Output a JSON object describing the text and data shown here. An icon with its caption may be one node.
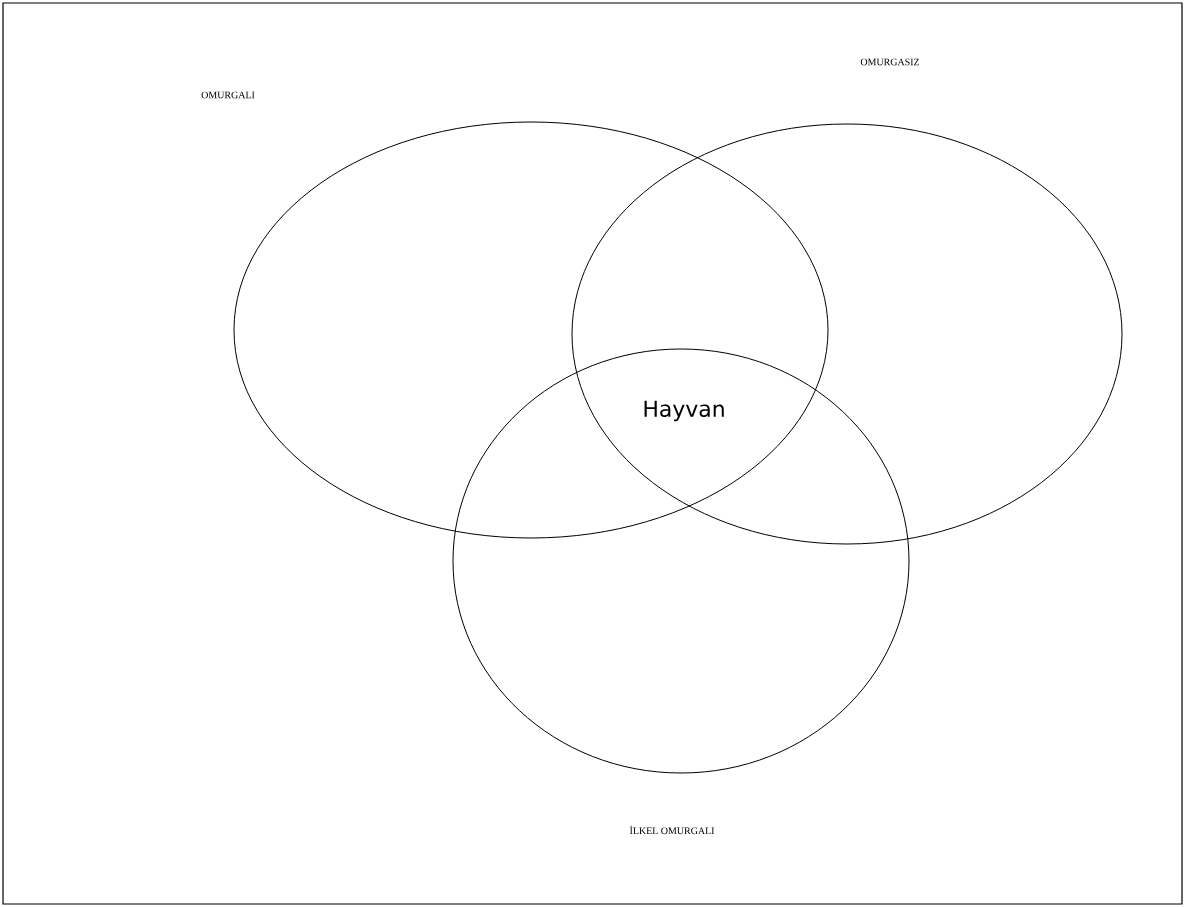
{
  "diagram": {
    "nodes": [
      {
        "text": [],
        "shape": "circle"
      },
      {
        "text": [],
        "shape": "circle"
      },
      {
        "text": [],
        "shape": "circle"
      }
    ],
    "labels": [
      "OMURGASIZ",
      "OMURGALI",
      "Hayvan",
      "İLKEL OMURGALI"
    ]
  }
}
